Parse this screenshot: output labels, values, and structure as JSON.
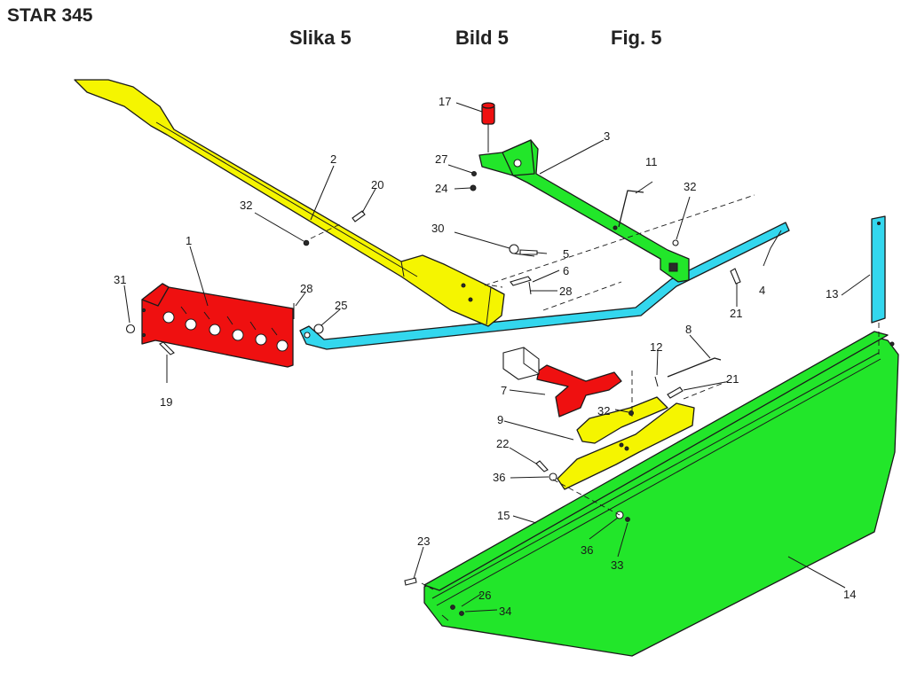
{
  "header": {
    "model": "STAR 345",
    "figure_hr": "Slika 5",
    "figure_de": "Bild 5",
    "figure_en": "Fig. 5"
  },
  "colors": {
    "yellow_parts": "#f5f500",
    "green_parts": "#22e62a",
    "cyan_parts": "#33d7ee",
    "red_parts": "#ef1010",
    "outline": "#1a1a1a"
  },
  "callouts": {
    "c1": "1",
    "c2": "2",
    "c3": "3",
    "c4": "4",
    "c5": "5",
    "c6": "6",
    "c7": "7",
    "c8": "8",
    "c9": "9",
    "c11": "11",
    "c12": "12",
    "c13": "13",
    "c14": "14",
    "c15": "15",
    "c17": "17",
    "c19": "19",
    "c20": "20",
    "c21a": "21",
    "c21b": "21",
    "c22": "22",
    "c23": "23",
    "c24": "24",
    "c25": "25",
    "c26": "26",
    "c27": "27",
    "c28a": "28",
    "c28b": "28",
    "c30": "30",
    "c31": "31",
    "c32a": "32",
    "c32b": "32",
    "c32c": "32",
    "c33": "33",
    "c34": "34",
    "c36a": "36",
    "c36b": "36"
  }
}
